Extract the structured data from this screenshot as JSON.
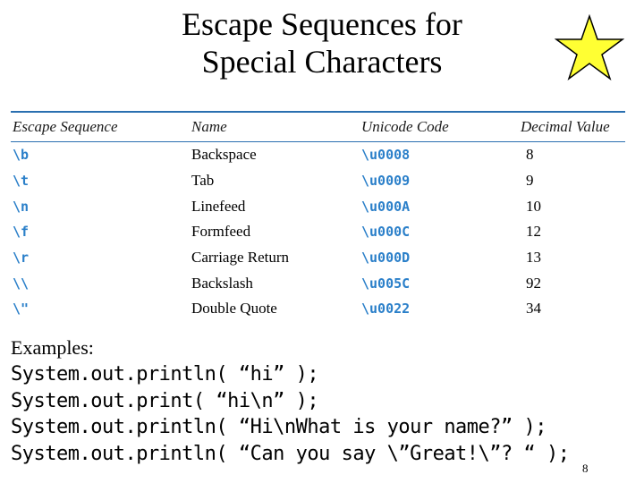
{
  "title": {
    "line1": "Escape Sequences for",
    "line2": "Special Characters"
  },
  "table": {
    "headers": [
      "Escape Sequence",
      "Name",
      "Unicode Code",
      "Decimal Value"
    ],
    "rows": [
      {
        "escape": "\\b",
        "name": "Backspace",
        "unicode": "\\u0008",
        "decimal": "8"
      },
      {
        "escape": "\\t",
        "name": "Tab",
        "unicode": "\\u0009",
        "decimal": "9"
      },
      {
        "escape": "\\n",
        "name": "Linefeed",
        "unicode": "\\u000A",
        "decimal": "10"
      },
      {
        "escape": "\\f",
        "name": "Formfeed",
        "unicode": "\\u000C",
        "decimal": "12"
      },
      {
        "escape": "\\r",
        "name": "Carriage Return",
        "unicode": "\\u000D",
        "decimal": "13"
      },
      {
        "escape": "\\\\",
        "name": "Backslash",
        "unicode": "\\u005C",
        "decimal": "92"
      },
      {
        "escape": "\\\"",
        "name": "Double Quote",
        "unicode": "\\u0022",
        "decimal": "34"
      }
    ]
  },
  "examples": {
    "label": "Examples:",
    "lines": [
      "System.out.println( “hi” );",
      "System.out.print( “hi\\n” );",
      "System.out.println( “Hi\\nWhat is your name?” );",
      "System.out.println( “Can you say \\”Great!\\”? “ );"
    ]
  },
  "page_number": "8",
  "colors": {
    "code_blue": "#2a7fc9",
    "rule_blue": "#2a6fb0",
    "star_fill": "#ffff33"
  },
  "icons": {
    "star": "star-icon"
  }
}
